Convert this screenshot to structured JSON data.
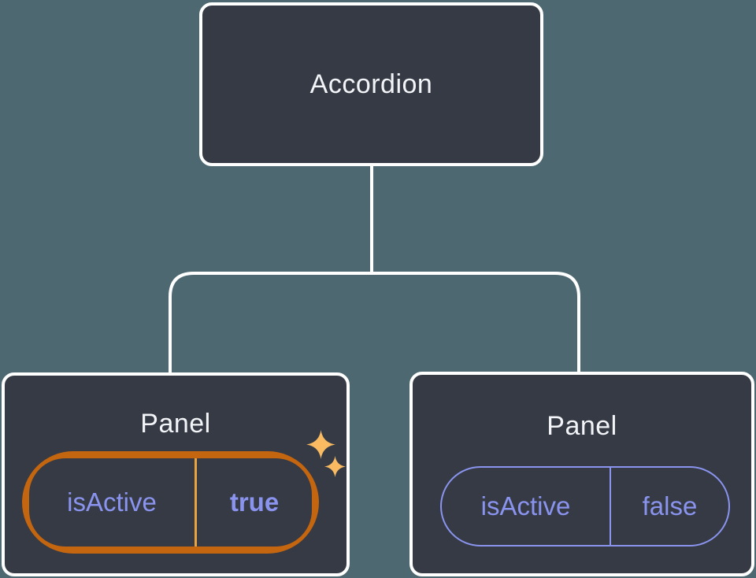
{
  "diagram": {
    "root": {
      "label": "Accordion"
    },
    "panels": [
      {
        "title": "Panel",
        "prop_name": "isActive",
        "prop_value": "true",
        "highlighted": true
      },
      {
        "title": "Panel",
        "prop_name": "isActive",
        "prop_value": "false",
        "highlighted": false
      }
    ]
  },
  "icons": {
    "sparkle_large": "sparkle-icon",
    "sparkle_small": "sparkle-icon"
  },
  "colors": {
    "bg": "#4D6870",
    "node-fill": "#353A45",
    "line": "#FFFFFF",
    "title": "#F2F4F7",
    "prop": "#8A94EE",
    "hl-outer": "#C4650F",
    "hl-inner": "#F9B65F",
    "hl-divider": "#E9A43F",
    "sparkle": "#F9BA62"
  }
}
